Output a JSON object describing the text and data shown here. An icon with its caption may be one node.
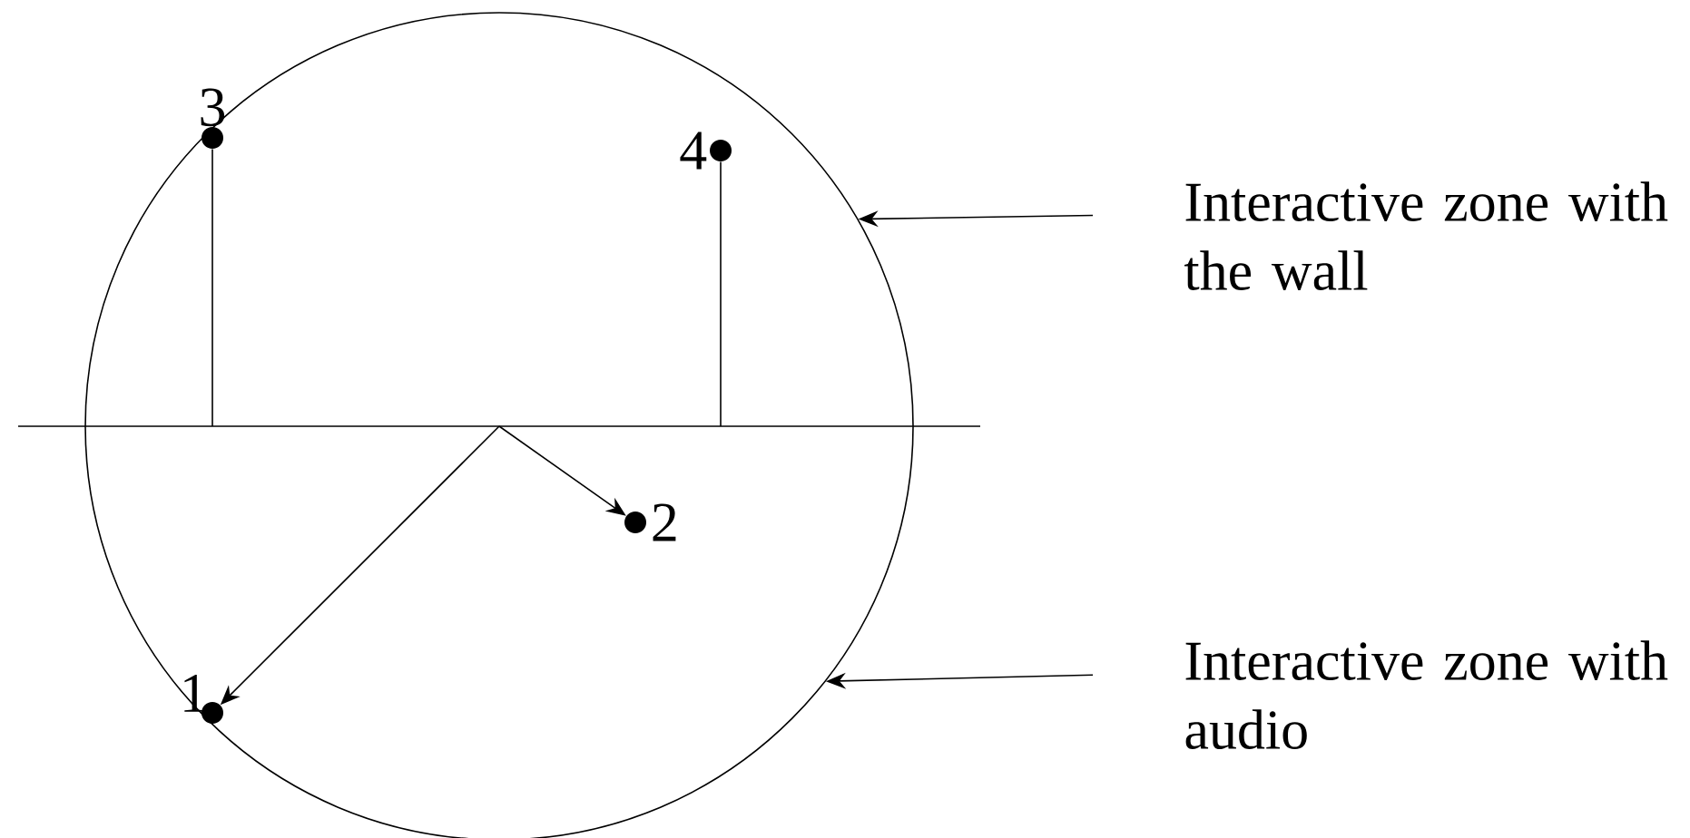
{
  "diagram": {
    "nodes": [
      {
        "text": [],
        "shape": "circle"
      },
      {
        "text": [],
        "shape": "circle",
        "beside": [
          "3"
        ],
        "in": 0
      },
      {
        "text": [],
        "shape": "circle",
        "beside": [
          "4"
        ],
        "in": 0
      },
      {
        "text": [
          "Interactive zone with the wall"
        ]
      },
      {
        "text": [],
        "shape": "bar"
      },
      {
        "text": [],
        "shape": "circle",
        "beside": [
          "2"
        ],
        "in": 0
      },
      {
        "text": [],
        "shape": "circle",
        "beside": [
          "1"
        ],
        "in": 0
      },
      {
        "text": [
          "Interactive zone with audio"
        ]
      }
    ],
    "edges": [
      {
        "from": 4,
        "to": 6,
        "arrow": "to"
      },
      {
        "from": 4,
        "to": 5,
        "arrow": "to"
      },
      {
        "from": 3,
        "to": 0,
        "arrow": "to"
      },
      {
        "from": 7,
        "to": 0,
        "arrow": "to"
      },
      {
        "from": 1,
        "to": 4,
        "arrow": "none"
      },
      {
        "from": 2,
        "to": 4,
        "arrow": "none"
      }
    ]
  }
}
